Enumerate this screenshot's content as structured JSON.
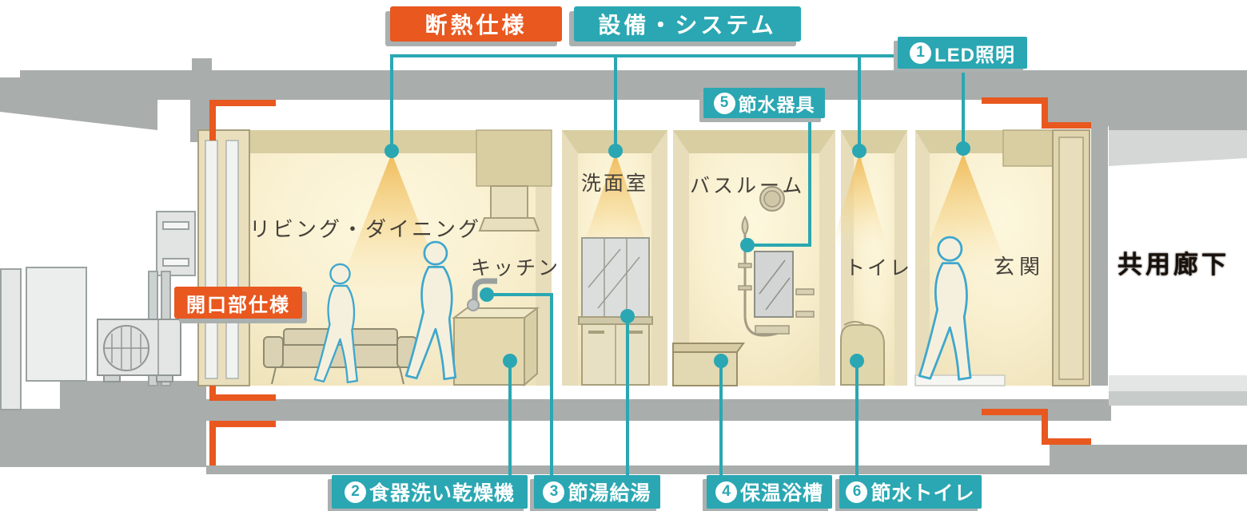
{
  "diagram": {
    "legend": {
      "insulation": {
        "label": "断熱仕様",
        "color": "#e8581f"
      },
      "equipment": {
        "label": "設備・システム",
        "color": "#2aa7b2"
      }
    },
    "opening_label": "開口部仕様",
    "callouts": {
      "led": {
        "num": "1",
        "label": "LED照明"
      },
      "dishwasher": {
        "num": "2",
        "label": "食器洗い乾燥機"
      },
      "hot_water": {
        "num": "3",
        "label": "節湯給湯"
      },
      "bathtub": {
        "num": "4",
        "label": "保温浴槽"
      },
      "water_saving": {
        "num": "5",
        "label": "節水器具"
      },
      "toilet": {
        "num": "6",
        "label": "節水トイレ"
      }
    },
    "rooms": {
      "living": "リビング・ダイニング",
      "kitchen": "キッチン",
      "washroom": "洗面室",
      "bathroom": "バスルーム",
      "toilet": "トイレ",
      "entrance": "玄関"
    },
    "corridor": "共用廊下",
    "colors": {
      "teal": "#2aa7b2",
      "orange": "#e8581f",
      "concrete": "#a9adac"
    }
  }
}
